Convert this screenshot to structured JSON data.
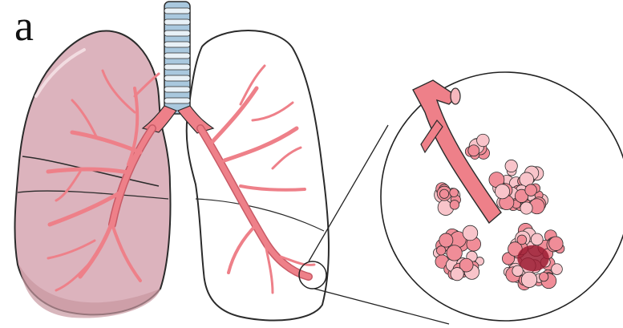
{
  "figure": {
    "panel_label": "a"
  },
  "colors": {
    "lung_fill": "#dcb3bd",
    "lung_fill_dark": "#c8979f",
    "lung_outline": "#2b2b2b",
    "airway": "#ee8089",
    "airway_dark": "#c85a66",
    "trachea_ring": "#a9c8de",
    "alveolus": "#f08d98",
    "alveolus_light": "#f8c4ca",
    "alveolus_core": "#9b1b31",
    "line": "#222222"
  },
  "icons": [
    "lung-diagram",
    "bronchial-tree",
    "alveoli-cluster",
    "magnifier-circle"
  ]
}
